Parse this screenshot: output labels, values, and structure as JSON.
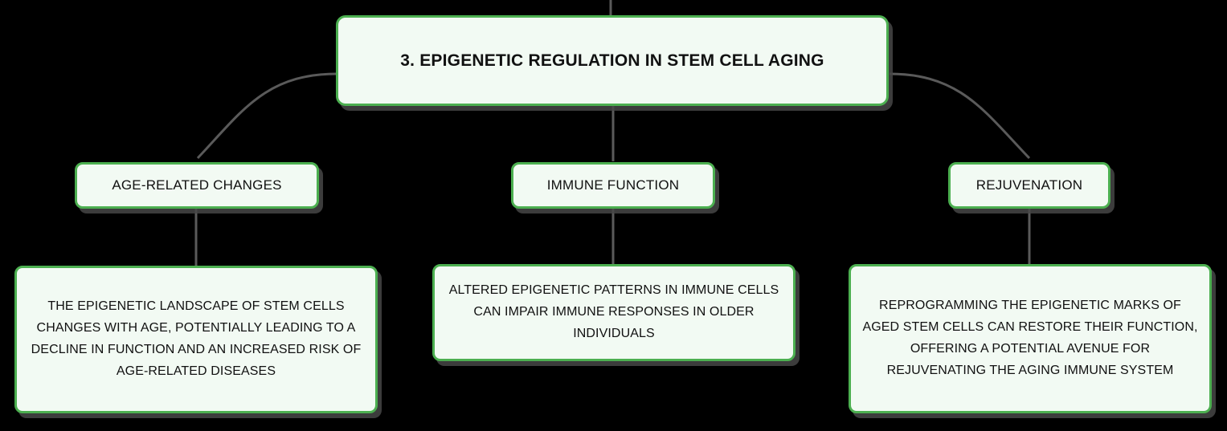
{
  "diagram": {
    "type": "tree-mindmap",
    "background_color": "#000000",
    "node_fill_color": "#f2faf3",
    "node_border_color": "#4caf50",
    "connector_color": "#5a5a5a",
    "text_color": "#111111",
    "root": {
      "label": "3. EPIGENETIC REGULATION IN STEM CELL AGING"
    },
    "branches": [
      {
        "label": "AGE-RELATED CHANGES",
        "description": "THE EPIGENETIC LANDSCAPE OF STEM CELLS CHANGES WITH AGE, POTENTIALLY LEADING TO A DECLINE IN FUNCTION AND AN INCREASED RISK OF AGE-RELATED DISEASES"
      },
      {
        "label": "IMMUNE FUNCTION",
        "description": "ALTERED EPIGENETIC PATTERNS IN IMMUNE CELLS CAN IMPAIR IMMUNE RESPONSES IN OLDER INDIVIDUALS"
      },
      {
        "label": "REJUVENATION",
        "description": "REPROGRAMMING THE EPIGENETIC MARKS OF AGED STEM CELLS CAN RESTORE THEIR FUNCTION, OFFERING A POTENTIAL AVENUE FOR REJUVENATING THE AGING IMMUNE SYSTEM"
      }
    ]
  }
}
